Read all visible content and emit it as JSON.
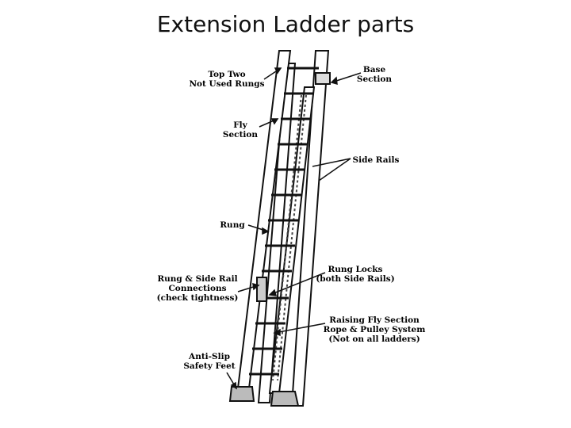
{
  "title": "Extension Ladder parts",
  "labels": {
    "top_two": [
      "Top Two",
      "Not Used Rungs"
    ],
    "base_section": [
      "Base",
      "Section"
    ],
    "fly_section": [
      "Fly",
      "Section"
    ],
    "side_rails": [
      "Side Rails"
    ],
    "rung": [
      "Rung"
    ],
    "rung_locks": [
      "Rung Locks",
      "(both Side Rails)"
    ],
    "rung_connections": [
      "Rung & Side Rail",
      "Connections",
      "(check tightness)"
    ],
    "raising_fly": [
      "Raising Fly Section",
      "Rope & Pulley System",
      "(Not on all ladders)"
    ],
    "anti_slip": [
      "Anti-Slip",
      "Safety Feet"
    ]
  },
  "colors": {
    "line": "#111111",
    "rail_fill": "#ffffff",
    "shade": "#555555"
  }
}
